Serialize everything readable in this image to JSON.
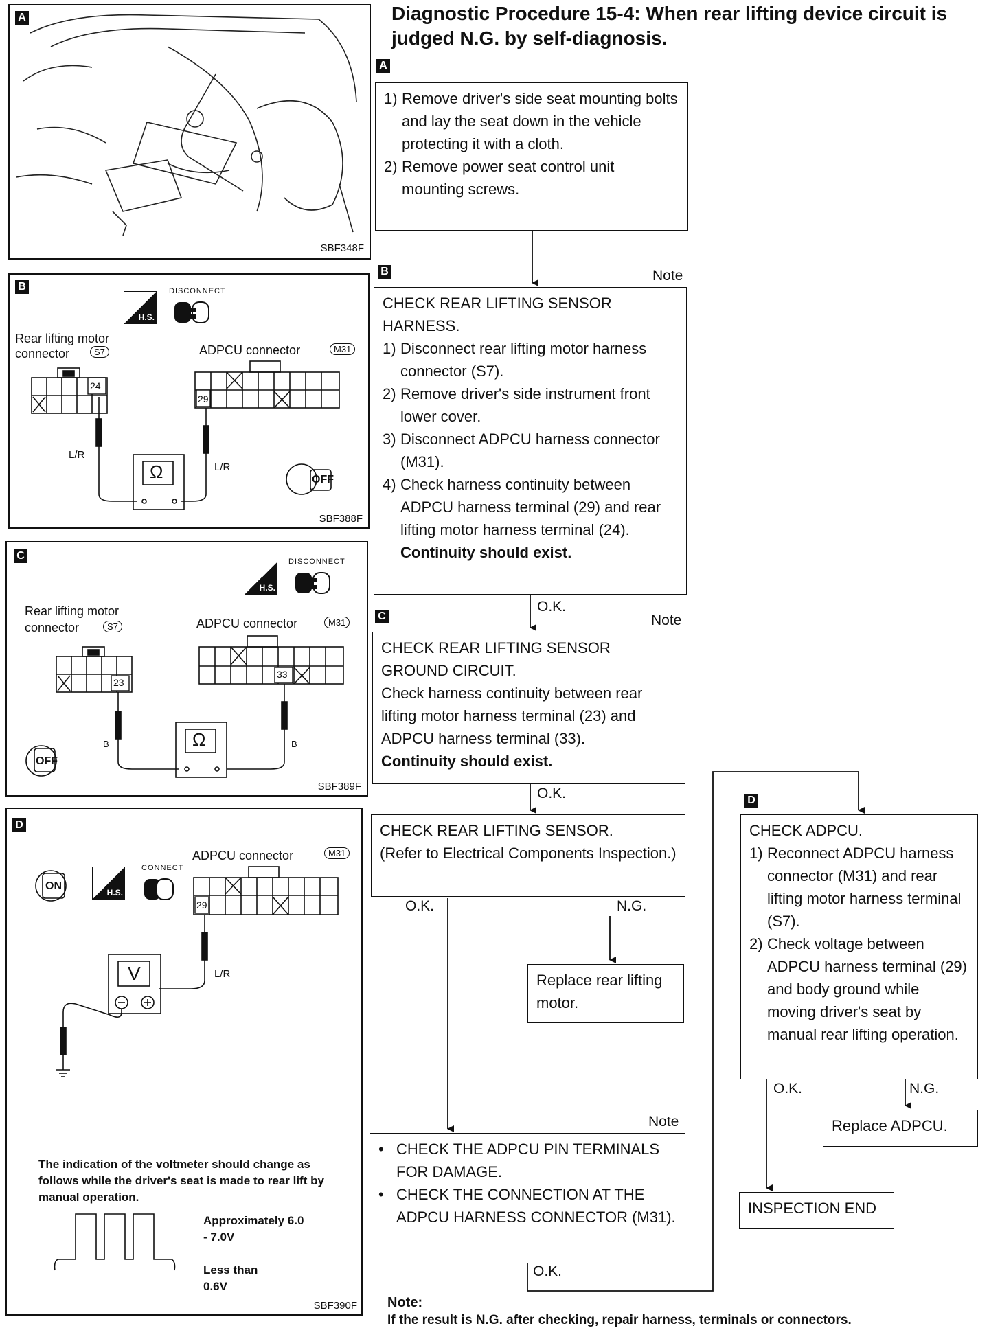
{
  "title": "Diagnostic Procedure 15-4: When rear lifting device circuit is judged N.G. by self-diagnosis.",
  "labels": {
    "a": "A",
    "b": "B",
    "c": "C",
    "d": "D"
  },
  "figures": {
    "a": {
      "code": "SBF348F"
    },
    "b": {
      "code": "SBF388F",
      "hs": "H.S.",
      "disconnect": "DISCONNECT",
      "motor_label": "Rear lifting motor connector",
      "motor_conn": "S7",
      "adpcu_label": "ADPCU connector",
      "adpcu_conn": "M31",
      "pin_motor": "24",
      "pin_adpcu": "29",
      "wire_left": "L/R",
      "wire_right": "L/R",
      "meter": "Ω",
      "key": "OFF"
    },
    "c": {
      "code": "SBF389F",
      "hs": "H.S.",
      "disconnect": "DISCONNECT",
      "motor_label": "Rear lifting motor connector",
      "motor_conn": "S7",
      "adpcu_label": "ADPCU connector",
      "adpcu_conn": "M31",
      "pin_motor": "23",
      "pin_adpcu": "33",
      "wire_left": "B",
      "wire_right": "B",
      "meter": "Ω",
      "key": "OFF"
    },
    "d": {
      "code": "SBF390F",
      "hs": "H.S.",
      "connect": "CONNECT",
      "adpcu_label": "ADPCU connector",
      "adpcu_conn": "M31",
      "pin_adpcu": "29",
      "wire": "L/R",
      "meter": "V",
      "key": "ON",
      "caption": "The indication of the voltmeter should change as follows while the driver's seat is made to rear lift by manual operation.",
      "high": "Approximately 6.0 - 7.0V",
      "low": "Less than 0.6V"
    }
  },
  "steps": {
    "a": {
      "items": [
        {
          "n": "1)",
          "text": "Remove driver's side seat mounting bolts and lay the seat down in the vehicle protecting it with a cloth."
        },
        {
          "n": "2)",
          "text": "Remove power seat control unit mounting screws."
        }
      ]
    },
    "b": {
      "note": "Note",
      "heading": "CHECK REAR LIFTING SENSOR HARNESS.",
      "items": [
        {
          "n": "1)",
          "text": "Disconnect rear lifting motor harness connector (S7)."
        },
        {
          "n": "2)",
          "text": "Remove driver's side instrument front lower cover."
        },
        {
          "n": "3)",
          "text": "Disconnect ADPCU harness connector (M31)."
        },
        {
          "n": "4)",
          "text": "Check harness continuity between ADPCU harness terminal (29) and rear lifting motor harness terminal (24)."
        }
      ],
      "result": "Continuity should exist."
    },
    "c": {
      "note": "Note",
      "heading": "CHECK REAR LIFTING SENSOR GROUND CIRCUIT.",
      "body": "Check harness continuity between rear lifting motor harness terminal (23) and ADPCU harness terminal (33).",
      "result": "Continuity should exist."
    },
    "sensor": {
      "heading": "CHECK REAR LIFTING SENSOR.",
      "body": "(Refer to Electrical Components Inspection.)"
    },
    "replace_motor": "Replace rear lifting motor.",
    "pins": {
      "note": "Note",
      "items": [
        "CHECK THE ADPCU PIN TERMINALS FOR DAMAGE.",
        "CHECK THE CONNECTION AT THE ADPCU HARNESS CONNECTOR (M31)."
      ]
    },
    "d": {
      "heading": "CHECK ADPCU.",
      "items": [
        {
          "n": "1)",
          "text": "Reconnect ADPCU harness connector (M31) and rear lifting motor harness terminal (S7)."
        },
        {
          "n": "2)",
          "text": "Check voltage between ADPCU harness terminal (29) and body ground while moving driver's seat by manual rear lifting operation."
        }
      ]
    },
    "replace_adpcu": "Replace ADPCU.",
    "end": "INSPECTION END"
  },
  "flow_labels": {
    "ok": "O.K.",
    "ng": "N.G."
  },
  "footer": {
    "label": "Note:",
    "text": "If the result is N.G. after checking, repair harness, terminals or connectors."
  }
}
